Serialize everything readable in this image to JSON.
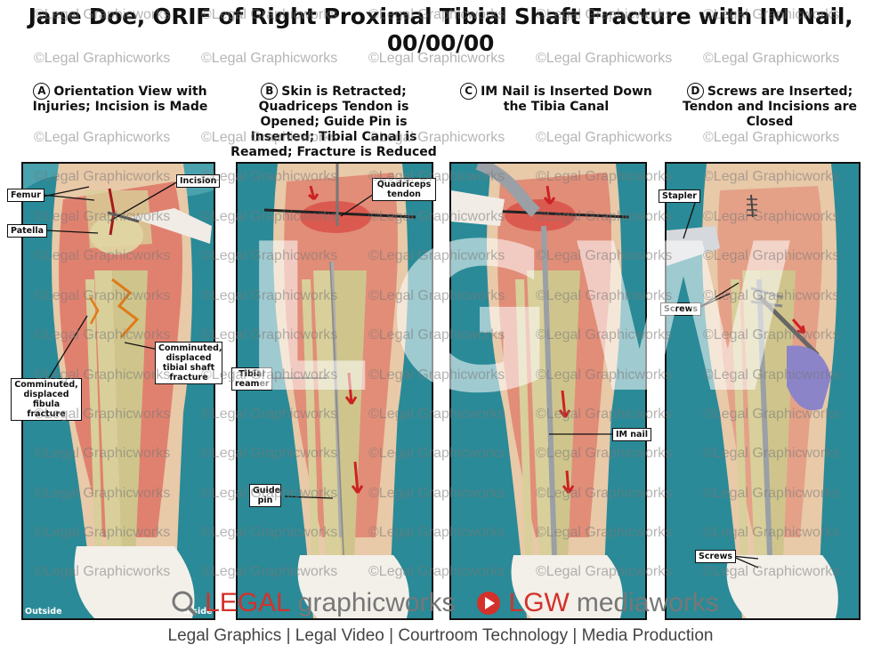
{
  "title": "Jane Doe, ORIF of Right Proximal Tibial Shaft Fracture with IM Nail, 00/00/00",
  "watermark_text": "©Legal Graphicworks",
  "big_watermark": "LGW",
  "steps": [
    {
      "letter": "A",
      "text": "Orientation View with Injuries; Incision is Made"
    },
    {
      "letter": "B",
      "text": "Skin is Retracted; Quadriceps Tendon is Opened; Guide Pin is Inserted; Tibial Canal is Reamed; Fracture is Reduced"
    },
    {
      "letter": "C",
      "text": "IM Nail is Inserted Down the Tibia Canal"
    },
    {
      "letter": "D",
      "text": "Screws are Inserted; Tendon and Incisions are Closed"
    }
  ],
  "labels": {
    "femur": "Femur",
    "patella": "Patella",
    "incision": "Incision",
    "comminuted_tibia": "Comminuted, displaced tibial shaft fracture",
    "comminuted_fibula": "Comminuted, displaced fibula fracture",
    "outside": "Outside",
    "inside": "Inside",
    "quadriceps_tendon": "Quadriceps tendon",
    "tibial_reamer": "Tibial reamer",
    "guide_pin": "Guide pin",
    "im_nail": "IM nail",
    "stapler": "Stapler",
    "screws_top": "Screws",
    "screws_bottom": "Screws"
  },
  "footer": {
    "logo1_a": "LEGAL",
    "logo1_b": "graphicworks",
    "logo2_a": "LGW",
    "logo2_b": "mediaworks",
    "tagline": "Legal Graphics | Legal Video | Courtroom Technology | Media Production"
  },
  "colors": {
    "drape": "#2a8a97",
    "skin": "#e8c9a8",
    "muscle": "#d9453f",
    "bone": "#d8cf9a",
    "logo_red": "#d4312b",
    "logo_gray": "#777777"
  }
}
